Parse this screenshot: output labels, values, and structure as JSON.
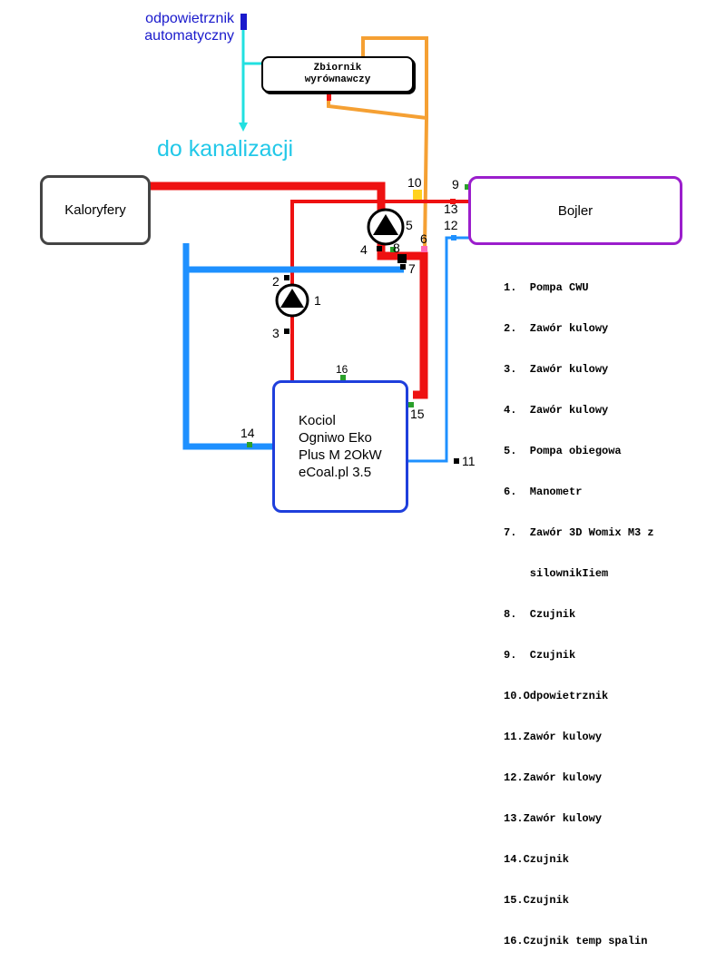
{
  "vent_label": [
    "odpowietrznik",
    "automatyczny"
  ],
  "tank_label": [
    "Zbiornik",
    "wyrównawczy"
  ],
  "drain_label": "do kanalizacji",
  "radiators_label": "Kaloryfery",
  "boiler_tank_label": "Bojler",
  "furnace_label": [
    "Kociol",
    "Ogniwo Eko",
    "Plus M 2OkW",
    "eCoal.pl 3.5"
  ],
  "numbers": {
    "n1": "1",
    "n2": "2",
    "n3": "3",
    "n4": "4",
    "n5": "5",
    "n6": "6",
    "n7": "7",
    "n8": "8",
    "n9": "9",
    "n10": "10",
    "n11": "11",
    "n12": "12",
    "n13": "13",
    "n14": "14",
    "n15": "15",
    "n16": "16"
  },
  "legend": [
    "1.  Pompa CWU",
    "2.  Zawór kulowy",
    "3.  Zawór kulowy",
    "4.  Zawór kulowy",
    "5.  Pompa obiegowa",
    "6.  Manometr",
    "7.  Zawór 3D Womix M3 z",
    "    silownikIiem",
    "8.  Czujnik",
    "9.  Czujnik",
    "10.Odpowietrznik",
    "11.Zawór kulowy",
    "12.Zawór kulowy",
    "13.Zawór kulowy",
    "14.Czujnik",
    "15.Czujnik",
    "16.Czujnik temp spalin"
  ],
  "colors": {
    "supply_pipe": "#ee1111",
    "return_pipe": "#1e90ff",
    "expansion_pipe": "#f5a033",
    "vent_pipe": "#22e0e0",
    "vent_text": "#1a1acc",
    "drain_text": "#22c8e8",
    "boiler_border": "#9b1ecc",
    "furnace_border": "#1f3fdc",
    "radiators_border": "#444444"
  }
}
